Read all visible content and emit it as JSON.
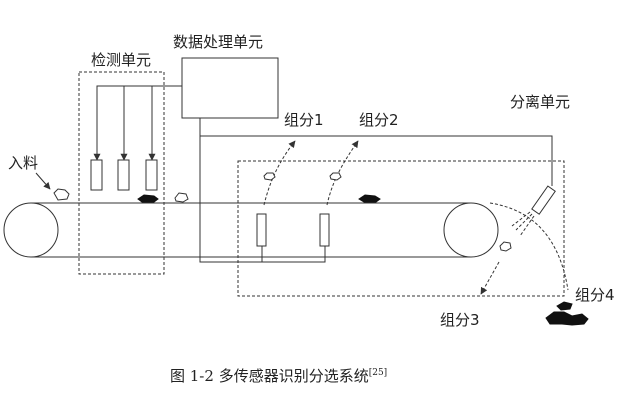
{
  "labels": {
    "input": "入料",
    "detection_unit": "检测单元",
    "data_processing_unit": "数据处理单元",
    "separation_unit": "分离单元",
    "component_1": "组分1",
    "component_2": "组分2",
    "component_3": "组分3",
    "component_4": "组分4"
  },
  "caption": {
    "text": "图 1-2  多传感器识别分选系统",
    "ref": "[25]"
  }
}
